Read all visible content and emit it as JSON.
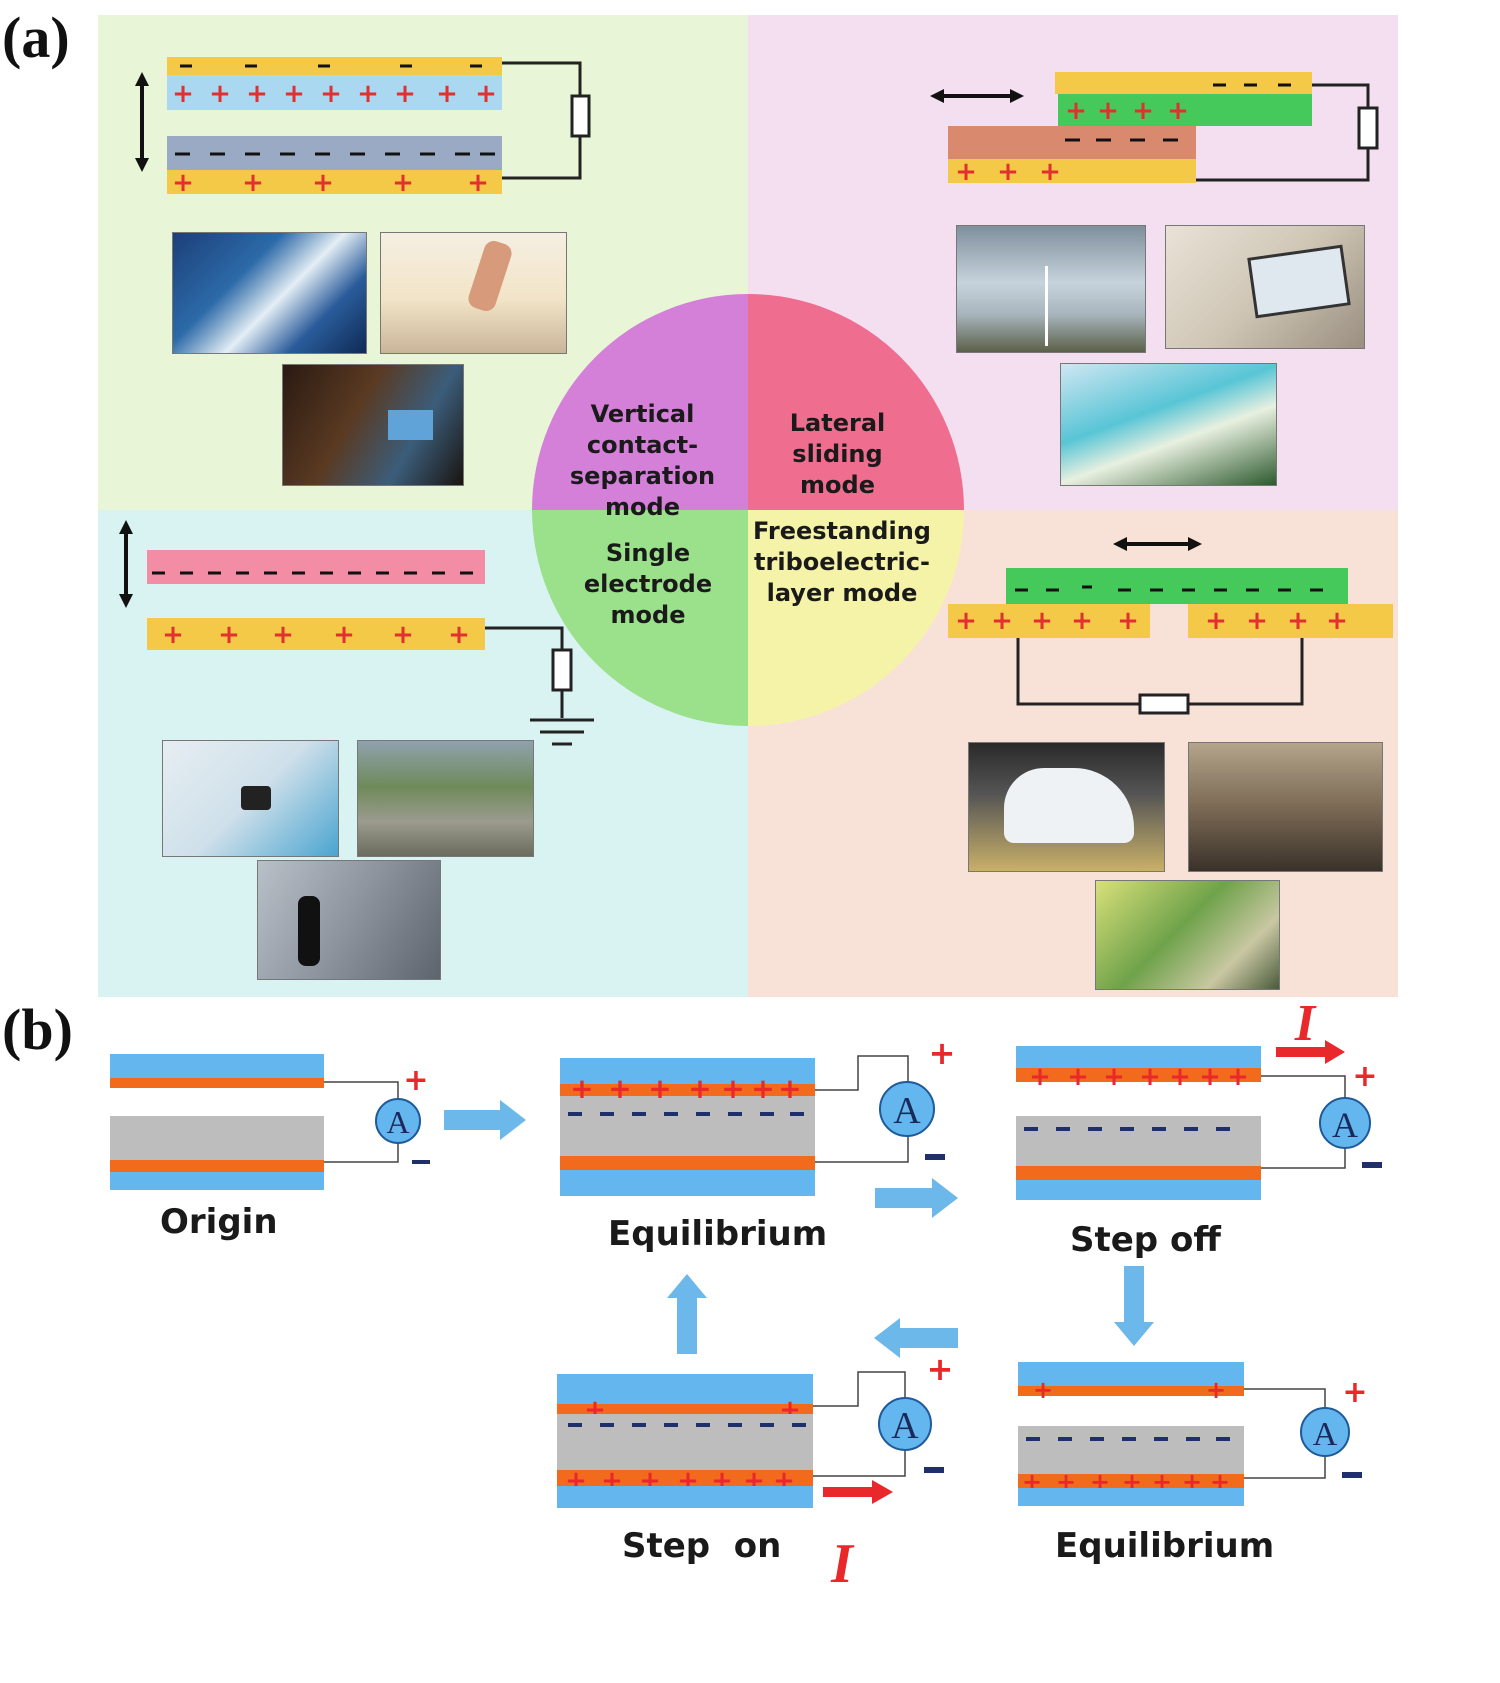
{
  "panel_a": {
    "label": "(a)",
    "modes": {
      "vertical": {
        "label": "Vertical contact-separation mode",
        "lines": [
          "Vertical",
          "contact-",
          "separation mode"
        ]
      },
      "lateral": {
        "label": "Lateral sliding mode",
        "lines": [
          "Lateral sliding",
          "mode"
        ]
      },
      "single": {
        "label": "Single electrode mode",
        "lines": [
          "Single electrode",
          "mode"
        ]
      },
      "freestanding": {
        "label": "Freestanding triboelectric-layer mode",
        "lines": [
          "Freestanding",
          "triboelectric-",
          "layer mode"
        ]
      }
    },
    "colors": {
      "tl_bg": "#e8f5d6",
      "tr_bg": "#f3dff0",
      "bl_bg": "#d9f3f3",
      "br_bg": "#f8e2d8",
      "circle_vertical": "#d47fd8",
      "circle_lateral": "#ef6e8f",
      "circle_single": "#9be08a",
      "circle_freestanding": "#f4f3a8"
    }
  },
  "panel_b": {
    "label": "(b)",
    "stages": {
      "origin": "Origin",
      "equilibrium_top": "Equilibrium",
      "step_off": "Step off",
      "equilibrium_bottom": "Equilibrium",
      "step_on": "Step  on"
    },
    "meter_symbol": "A",
    "current_symbol": "I",
    "plus": "+",
    "minus": "−",
    "colors": {
      "electrode_blue": "#64b6ef",
      "tribo_orange": "#f26b1d",
      "dielectric_gray": "#bdbdbd",
      "arrow_blue": "#6db8ea",
      "current_red": "#e8282b",
      "minus_navy": "#1f2f6b"
    }
  }
}
